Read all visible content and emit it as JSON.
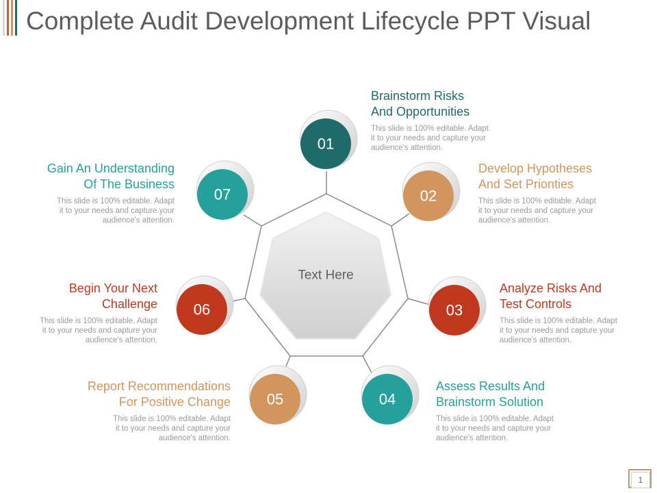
{
  "title": "Complete Audit Development Lifecycle PPT Visual",
  "center_label": "Text Here",
  "page_number": "1",
  "colors": {
    "teal_dark": "#1f6b6b",
    "teal": "#26a09a",
    "tan": "#d2955e",
    "red": "#c0391e",
    "title_gray": "#5c5c5c"
  },
  "steps": [
    {
      "number": "01",
      "heading_line1": "Brainstorm Risks",
      "heading_line2": "And Opportunities",
      "body_line1": "This slide is 100% editable. Adapt",
      "body_line2": "it to your needs and capture your",
      "body_line3": "audience's attention.",
      "color": "#1f6b6b"
    },
    {
      "number": "02",
      "heading_line1": "Develop Hypotheses",
      "heading_line2": "And Set Prionties",
      "body_line1": "This slide is 100% editable. Adapt",
      "body_line2": "it to your needs and capture your",
      "body_line3": "audience's attention.",
      "color": "#d2955e"
    },
    {
      "number": "03",
      "heading_line1": "Analyze Risks And",
      "heading_line2": "Test Controls",
      "body_line1": "This slide is 100% editable. Adapt",
      "body_line2": "it to your needs and capture your",
      "body_line3": "audience's attention.",
      "color": "#c0391e"
    },
    {
      "number": "04",
      "heading_line1": "Assess Results And",
      "heading_line2": "Brainstorm Solution",
      "body_line1": "This slide is 100% editable. Adapt",
      "body_line2": "it to your needs and capture your",
      "body_line3": "audience's attention.",
      "color": "#26a09a"
    },
    {
      "number": "05",
      "heading_line1": "Report Recommendations",
      "heading_line2": "For Positive Change",
      "body_line1": "This slide is 100% editable. Adapt",
      "body_line2": "it to your needs and capture your",
      "body_line3": "audience's attention.",
      "color": "#d2955e"
    },
    {
      "number": "06",
      "heading_line1": "Begin Your Next",
      "heading_line2": "Challenge",
      "body_line1": "This slide is 100% editable. Adapt",
      "body_line2": "it to your needs and capture your",
      "body_line3": "audience's attention.",
      "color": "#c0391e"
    },
    {
      "number": "07",
      "heading_line1": "Gain An Understanding",
      "heading_line2": "Of The Business",
      "body_line1": "This slide is 100% editable. Adapt",
      "body_line2": "it to your needs and capture your",
      "body_line3": "audience's attention.",
      "color": "#26a09a"
    }
  ]
}
